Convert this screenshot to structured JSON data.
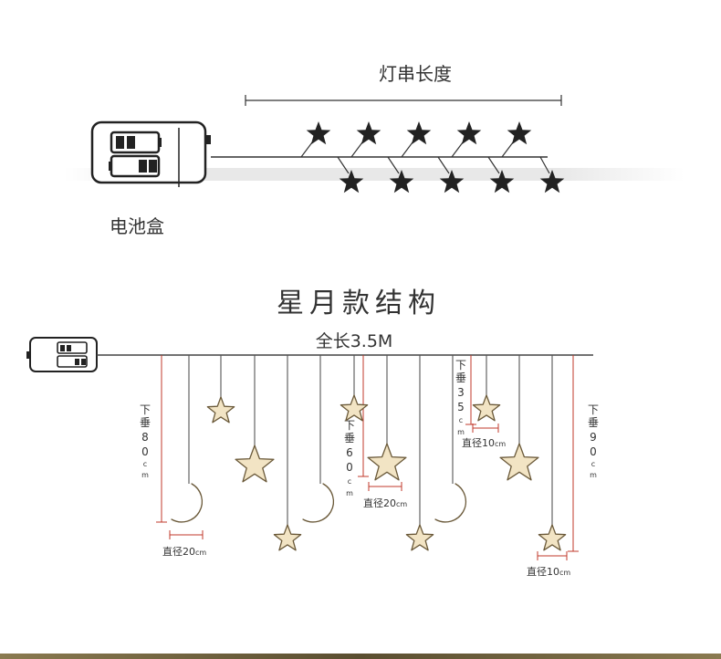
{
  "top": {
    "length_label": "灯串长度",
    "battery_box_label": "电池盒"
  },
  "structure": {
    "title": "星月款结构",
    "total_length": "全长3.5M",
    "drop_80": [
      "下",
      "垂",
      "8",
      "0",
      "c",
      "m"
    ],
    "drop_60": [
      "下",
      "垂",
      "6",
      "0",
      "c",
      "m"
    ],
    "drop_35": [
      "下",
      "垂",
      "3",
      "5",
      "c",
      "m"
    ],
    "drop_90": [
      "下",
      "垂",
      "9",
      "0",
      "c",
      "m"
    ],
    "diameter_labels": [
      {
        "prefix": "直径",
        "value": "20",
        "unit": "cm"
      },
      {
        "prefix": "直径",
        "value": "20",
        "unit": "cm"
      },
      {
        "prefix": "直径",
        "value": "10",
        "unit": "cm"
      },
      {
        "prefix": "直径",
        "value": "10",
        "unit": "cm"
      }
    ]
  },
  "colors": {
    "line": "#333333",
    "accent_red": "#c0392b",
    "ornament_fill": "#f2e4c4",
    "star_dark": "#222222"
  }
}
